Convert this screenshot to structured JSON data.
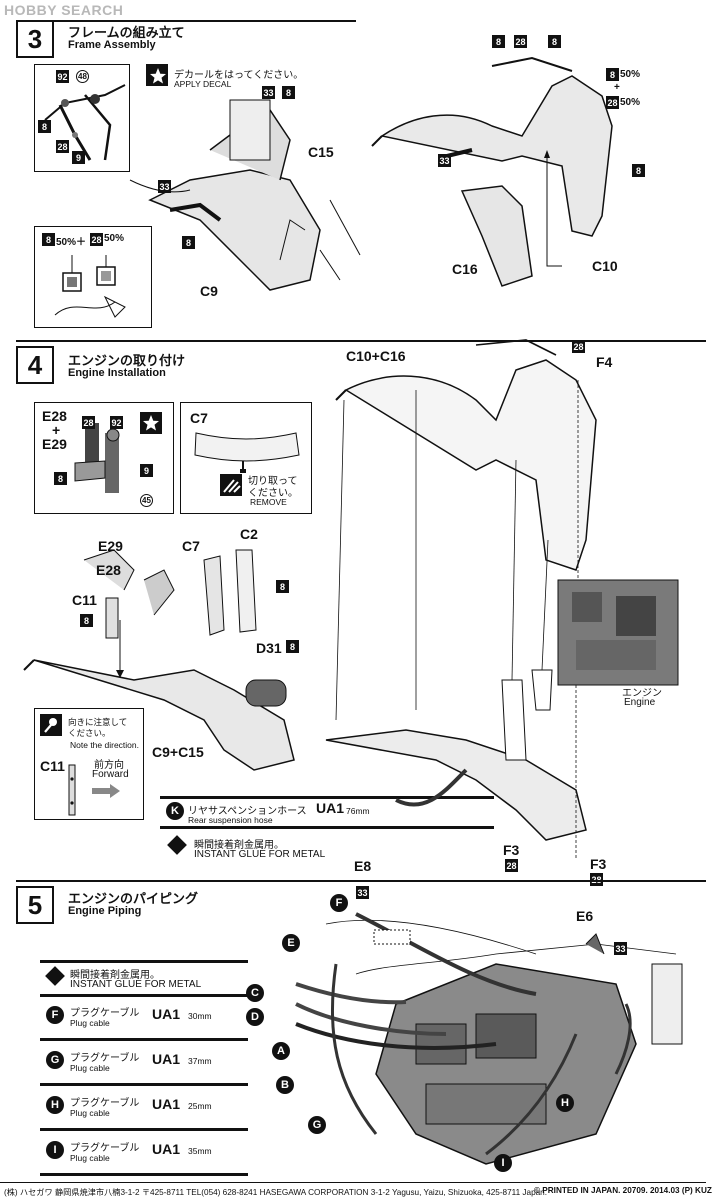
{
  "watermark": "HOBBY SEARCH",
  "step3": {
    "number": "3",
    "title_jp": "フレームの組み立て",
    "title_en": "Frame Assembly",
    "decal_jp": "デカールをはってください。",
    "decal_en": "APPLY DECAL",
    "mix_label": "50%＋",
    "mix_pct": "50%",
    "right_mix_a": "50%",
    "right_mix_plus": "+",
    "right_mix_b": "50%",
    "parts": {
      "c15": "C15",
      "c9": "C9",
      "c16": "C16",
      "c10": "C10"
    },
    "tags": {
      "t8": "8",
      "t28": "28",
      "t33": "33",
      "t9": "9",
      "t92": "92",
      "t48": "48"
    }
  },
  "step4": {
    "number": "4",
    "title_jp": "エンジンの取り付け",
    "title_en": "Engine Installation",
    "e28_e29": {
      "a": "E28",
      "plus": "+",
      "b": "E29"
    },
    "c7_box": {
      "label": "C7",
      "remove_jp_1": "切り取って",
      "remove_jp_2": "ください。",
      "remove_en": "REMOVE"
    },
    "parts": {
      "c10c16": "C10+C16",
      "f4": "F4",
      "e29": "E29",
      "e28": "E28",
      "c7": "C7",
      "c2": "C2",
      "c11": "C11",
      "d31": "D31",
      "c9c15": "C9+C15",
      "engine_jp": "エンジン",
      "engine_en": "Engine",
      "f3a": "F3",
      "f3b": "F3"
    },
    "direction": {
      "jp": "向きに注意して",
      "jp2": "ください。",
      "en": "Note the direction.",
      "part": "C11",
      "fwd_jp": "前方向",
      "fwd_en": "Forward"
    },
    "hose": {
      "letter": "K",
      "jp": "リヤサスペンションホース",
      "en": "Rear suspension hose",
      "part": "UA1",
      "length": "76mm"
    },
    "glue": {
      "jp": "瞬間接着剤金属用。",
      "en": "INSTANT GLUE FOR METAL"
    },
    "tags": {
      "t28": "28",
      "t8": "8",
      "t9": "9",
      "t92": "92",
      "t45": "45"
    }
  },
  "step5": {
    "number": "5",
    "title_jp": "エンジンのパイピング",
    "title_en": "Engine Piping",
    "glue": {
      "jp": "瞬間接着剤金属用。",
      "en": "INSTANT GLUE FOR METAL"
    },
    "cables": [
      {
        "letter": "F",
        "jp": "プラグケーブル",
        "en": "Plug cable",
        "part": "UA1",
        "length": "30mm"
      },
      {
        "letter": "G",
        "jp": "プラグケーブル",
        "en": "Plug cable",
        "part": "UA1",
        "length": "37mm"
      },
      {
        "letter": "H",
        "jp": "プラグケーブル",
        "en": "Plug cable",
        "part": "UA1",
        "length": "25mm"
      },
      {
        "letter": "I",
        "jp": "プラグケーブル",
        "en": "Plug cable",
        "part": "UA1",
        "length": "35mm"
      }
    ],
    "parts": {
      "e8": "E8",
      "e6": "E6"
    },
    "callouts": [
      "F",
      "E",
      "C",
      "D",
      "A",
      "B",
      "G",
      "H",
      "I"
    ],
    "tags": {
      "t33": "33"
    }
  },
  "footer": {
    "left": "(株) ハセガワ 静岡県焼津市八楠3-1-2 〒425-8711 TEL(054) 628-8241  HASEGAWA CORPORATION 3-1-2 Yagusu, Yaizu, Shizuoka, 425-8711 Japan.",
    "right": "© PRINTED IN JAPAN. 20709. 2014.03 (P) KUZ"
  }
}
